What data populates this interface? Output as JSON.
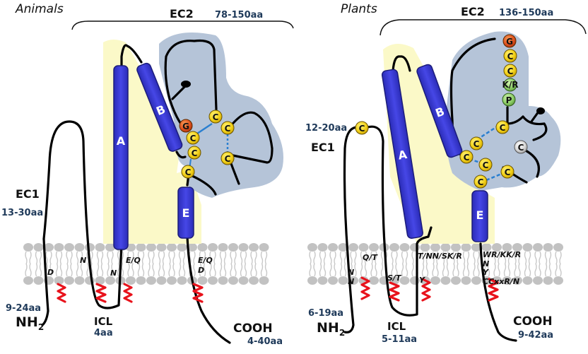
{
  "figure": {
    "title": "Tetraspanin topology: Animals vs Plants",
    "colors": {
      "helix": "#3d3fd8",
      "helix_edge": "#1c1d7a",
      "ec2_region": "#b5c4d8",
      "yellow_region": "#fbf9c8",
      "membrane": "#bdbdbd",
      "cysteine": "#f3d21a",
      "glycine": "#e0531f",
      "kr_p": "#8fd06a",
      "palmitoyl": "#e8121b",
      "disulfide": "#2a7fd0",
      "aa_text": "#1f3a5a"
    }
  },
  "panels": [
    {
      "name": "animals",
      "title": "Animals",
      "ec2": {
        "label": "EC2",
        "length": "78-150aa"
      },
      "ec1": {
        "label": "EC1",
        "length": "13-30aa"
      },
      "nterm": {
        "label": "NH",
        "sub": "2",
        "length": "9-24aa"
      },
      "icl": {
        "label": "ICL",
        "length": "4aa"
      },
      "cterm": {
        "label": "COOH",
        "length": "4-40aa"
      },
      "helices": [
        "A",
        "B",
        "E"
      ],
      "residues_ec2": [
        "G",
        "C",
        "C",
        "C",
        "C",
        "C",
        "C"
      ],
      "membrane_residues": [
        "D",
        "N",
        "N",
        "E/Q",
        "E/Q",
        "D"
      ]
    },
    {
      "name": "plants",
      "title": "Plants",
      "ec2": {
        "label": "EC2",
        "length": "136-150aa"
      },
      "ec1": {
        "label": "EC1",
        "length": "12-20aa",
        "residue": "C"
      },
      "nterm": {
        "label": "NH",
        "sub": "2",
        "length": "6-19aa"
      },
      "icl": {
        "label": "ICL",
        "length": "5-11aa"
      },
      "cterm": {
        "label": "COOH",
        "length": "9-42aa"
      },
      "helices": [
        "A",
        "B",
        "E"
      ],
      "residues_ec2": [
        "G",
        "C",
        "C",
        "K/R",
        "P",
        "C",
        "C",
        "C",
        "C",
        "C",
        "C",
        "C"
      ],
      "membrane_residues": [
        "Q/T",
        "N",
        "N",
        "S/T",
        "T/NN/SK/R",
        "Y",
        "WR/KK/R",
        "N",
        "Y",
        "CCxxR/N"
      ]
    }
  ]
}
